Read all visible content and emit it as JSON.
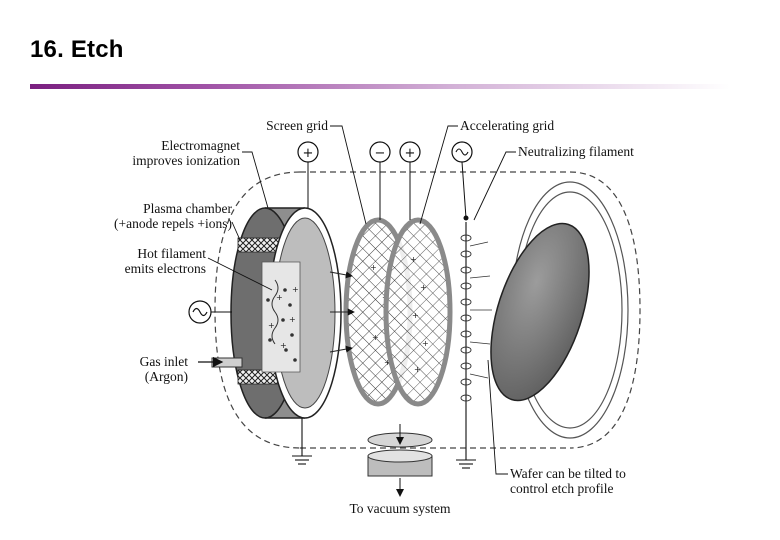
{
  "slide": {
    "title": "16. Etch"
  },
  "diagram": {
    "labels": {
      "electromagnet_line1": "Electromagnet",
      "electromagnet_line2": "improves ionization",
      "plasma_line1": "Plasma chamber",
      "plasma_line2": "(+anode repels +ions)",
      "filament_line1": "Hot filament",
      "filament_line2": "emits electrons",
      "gas_line1": "Gas inlet",
      "gas_line2": "(Argon)",
      "screen_grid": "Screen grid",
      "accelerating_grid": "Accelerating grid",
      "neutralizing_filament": "Neutralizing filament",
      "wafer_line1": "Wafer can be tilted to",
      "wafer_line2": "control etch profile",
      "vacuum": "To vacuum system"
    },
    "symbols": {
      "plus": "+",
      "minus": "−",
      "ac": "∿"
    }
  }
}
